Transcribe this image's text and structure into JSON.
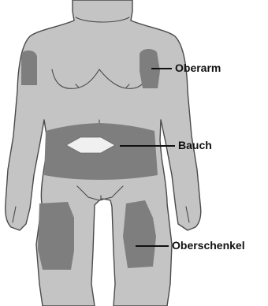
{
  "labels": {
    "upper_arm": "Oberarm",
    "abdomen": "Bauch",
    "thigh": "Oberschenkel"
  },
  "colors": {
    "body_fill": "#c4c4c4",
    "body_outline": "#4a4a4a",
    "injection_zone": "#7e7e7e",
    "excluded_zone": "#f0f0f0",
    "leader_line": "#111111"
  }
}
